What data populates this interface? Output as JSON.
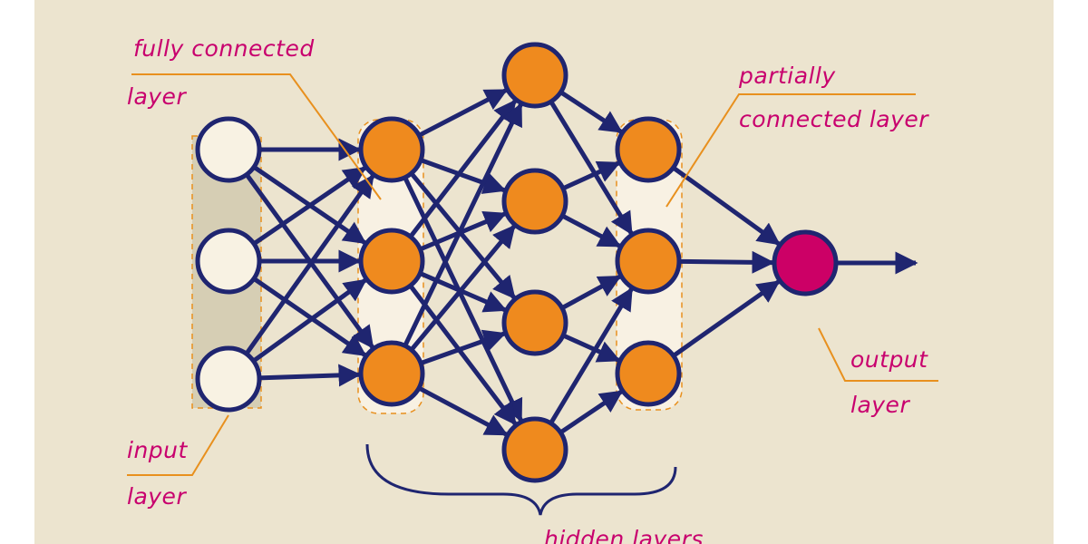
{
  "diagram": {
    "colors": {
      "background": "#ece4cf",
      "edge": "#1f2570",
      "node_stroke": "#1f2570",
      "input_fill": "#f8f2e3",
      "hidden_fill": "#ef8a1e",
      "output_fill": "#cc0066",
      "label": "#c8006e",
      "leader": "#e8901e",
      "input_band": "#d6ceb4",
      "layer_band": "#f8f1e3"
    },
    "labels": {
      "fully_connected_line1": "fully connected",
      "fully_connected_line2": "layer",
      "partially_connected_line1": "partially",
      "partially_connected_line2": "connected layer",
      "input_line1": "input",
      "input_line2": "layer",
      "output_line1": "output",
      "output_line2": "layer",
      "hidden": "hidden layers"
    },
    "layers": [
      {
        "id": "input",
        "nodes": 3,
        "type": "input"
      },
      {
        "id": "hidden1",
        "nodes": 3,
        "type": "hidden"
      },
      {
        "id": "hidden2",
        "nodes": 4,
        "type": "hidden"
      },
      {
        "id": "hidden3",
        "nodes": 3,
        "type": "hidden"
      },
      {
        "id": "output",
        "nodes": 1,
        "type": "output"
      }
    ],
    "connections": [
      [
        "input.0",
        "hidden1.0"
      ],
      [
        "input.0",
        "hidden1.1"
      ],
      [
        "input.0",
        "hidden1.2"
      ],
      [
        "input.1",
        "hidden1.0"
      ],
      [
        "input.1",
        "hidden1.1"
      ],
      [
        "input.1",
        "hidden1.2"
      ],
      [
        "input.2",
        "hidden1.0"
      ],
      [
        "input.2",
        "hidden1.1"
      ],
      [
        "input.2",
        "hidden1.2"
      ],
      [
        "hidden1.0",
        "hidden2.0"
      ],
      [
        "hidden1.0",
        "hidden2.1"
      ],
      [
        "hidden1.0",
        "hidden2.2"
      ],
      [
        "hidden1.0",
        "hidden2.3"
      ],
      [
        "hidden1.1",
        "hidden2.0"
      ],
      [
        "hidden1.1",
        "hidden2.1"
      ],
      [
        "hidden1.1",
        "hidden2.2"
      ],
      [
        "hidden1.1",
        "hidden2.3"
      ],
      [
        "hidden1.2",
        "hidden2.0"
      ],
      [
        "hidden1.2",
        "hidden2.1"
      ],
      [
        "hidden1.2",
        "hidden2.2"
      ],
      [
        "hidden1.2",
        "hidden2.3"
      ],
      [
        "hidden2.0",
        "hidden3.0"
      ],
      [
        "hidden2.0",
        "hidden3.1"
      ],
      [
        "hidden2.1",
        "hidden3.0"
      ],
      [
        "hidden2.1",
        "hidden3.1"
      ],
      [
        "hidden2.2",
        "hidden3.1"
      ],
      [
        "hidden2.2",
        "hidden3.2"
      ],
      [
        "hidden2.3",
        "hidden3.1"
      ],
      [
        "hidden2.3",
        "hidden3.2"
      ],
      [
        "hidden3.0",
        "output.0"
      ],
      [
        "hidden3.1",
        "output.0"
      ],
      [
        "hidden3.2",
        "output.0"
      ]
    ]
  }
}
